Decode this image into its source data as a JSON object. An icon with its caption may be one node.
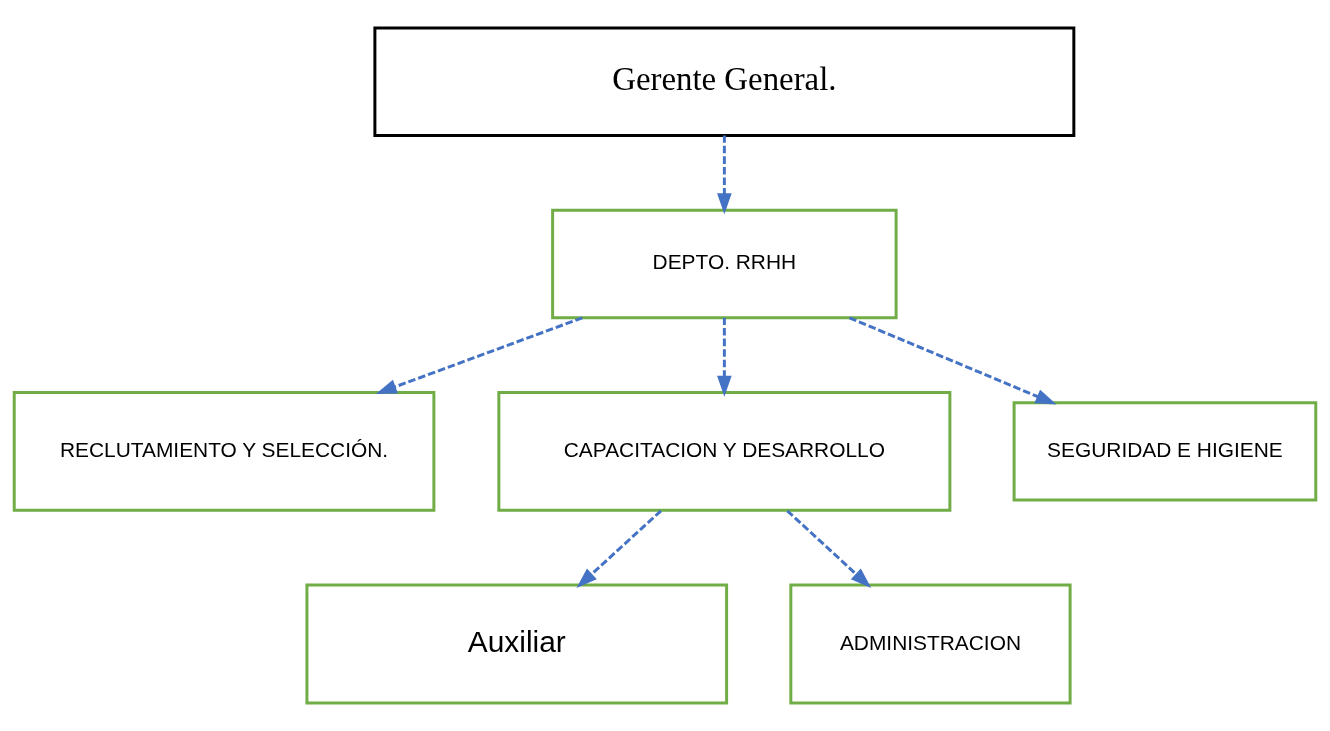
{
  "diagram": {
    "nodes": [
      {
        "text": [
          "Gerente General."
        ]
      },
      {
        "text": [
          "DEPTO. RRHH"
        ]
      },
      {
        "text": [
          "RECLUTAMIENTO Y SELECCIÓN."
        ]
      },
      {
        "text": [
          "CAPACITACION Y DESARROLLO"
        ]
      },
      {
        "text": [
          "SEGURIDAD E HIGIENE"
        ]
      },
      {
        "text": [
          "Auxiliar"
        ]
      },
      {
        "text": [
          "ADMINISTRACION"
        ]
      }
    ],
    "edges": [
      {
        "from": 0,
        "to": 1,
        "arrow": "to",
        "style": "dashed"
      },
      {
        "from": 1,
        "to": 2,
        "arrow": "to",
        "style": "dashed"
      },
      {
        "from": 1,
        "to": 3,
        "arrow": "to",
        "style": "dashed"
      },
      {
        "from": 1,
        "to": 4,
        "arrow": "to",
        "style": "dashed"
      },
      {
        "from": 3,
        "to": 5,
        "arrow": "to",
        "style": "dashed"
      },
      {
        "from": 3,
        "to": 6,
        "arrow": "to",
        "style": "dashed"
      }
    ]
  }
}
